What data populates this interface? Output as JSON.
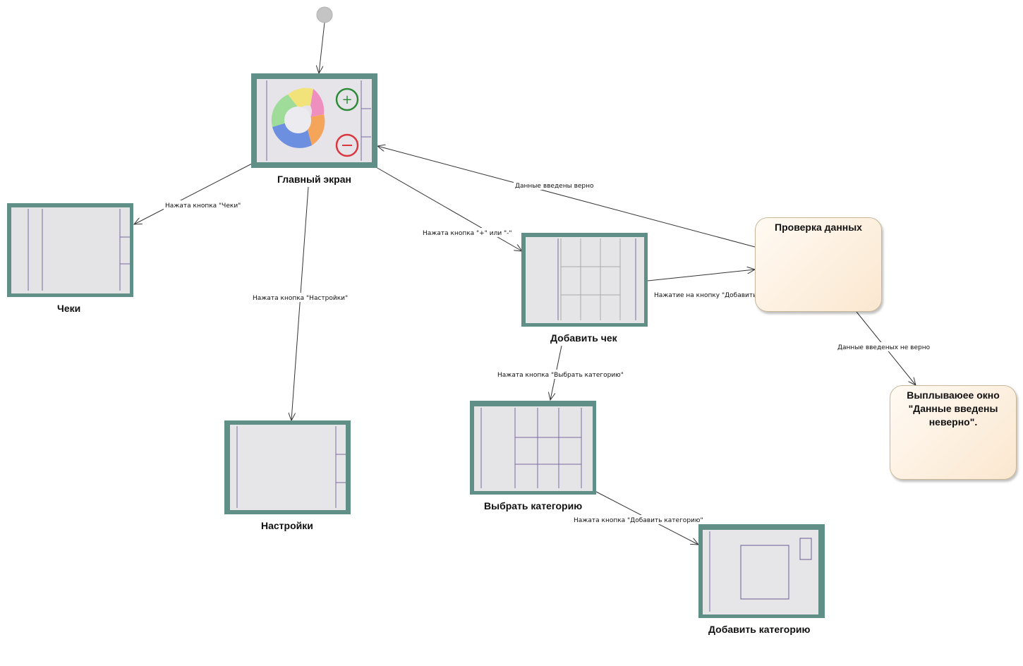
{
  "nodes": {
    "main": {
      "label": "Главный экран"
    },
    "checks": {
      "label": "Чеки"
    },
    "settings": {
      "label": "Настройки"
    },
    "add_check": {
      "label": "Добавить чек"
    },
    "choose_category": {
      "label": "Выбрать категорию"
    },
    "add_category": {
      "label": "Добавить категорию"
    },
    "validate": {
      "label": "Проверка данных"
    },
    "popup": {
      "label": "Выплываюее окно \"Данные введены неверно\"."
    }
  },
  "edges": {
    "to_checks": "Нажата кнопка \"Чеки\"",
    "to_settings": "Нажата кнопка \"Настройки\"",
    "to_add_check": "Нажата кнопка \"+\" или \"-\"",
    "data_ok": "Данные введены верно",
    "press_add": "Нажатие на кнопку \"Добавить\"",
    "data_bad": "Данные введеных не верно",
    "to_choose_category": "Нажата кнопка \"Выбрать категорию\"",
    "to_add_category": "Нажата кнопка \"Добавить категорию\""
  },
  "colors": {
    "photo_frame": "#5f8f86",
    "paper": "#e8e6ea",
    "state_fill_start": "#fffaf3",
    "state_fill_end": "#fbe7cf",
    "start_node": "#c4c4c4",
    "plus_green": "#2e8b3a",
    "minus_red": "#d9363e"
  }
}
